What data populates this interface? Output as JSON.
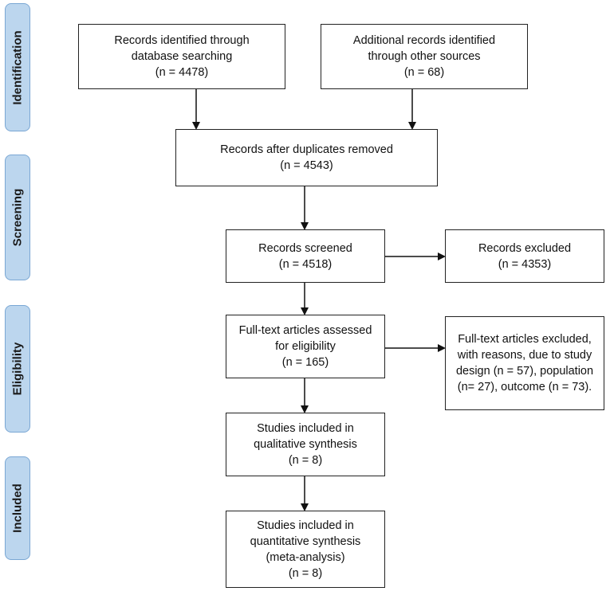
{
  "phases": {
    "identification": "Identification",
    "screening": "Screening",
    "eligibility": "Eligibility",
    "included": "Included"
  },
  "boxes": {
    "database_records": {
      "line1": "Records identified through",
      "line2": "database searching",
      "count": "(n = 4478)"
    },
    "other_records": {
      "line1": "Additional records identified",
      "line2": "through other sources",
      "count": "(n = 68)"
    },
    "after_duplicates": {
      "line1": "Records after duplicates removed",
      "count": "(n = 4543)"
    },
    "screened": {
      "line1": "Records screened",
      "count": "(n = 4518)"
    },
    "excluded": {
      "line1": "Records excluded",
      "count": "(n = 4353)"
    },
    "fulltext_assessed": {
      "line1": "Full-text articles assessed",
      "line2": "for eligibility",
      "count": "(n = 165)"
    },
    "fulltext_excluded": {
      "line1": "Full-text articles excluded,",
      "line2": "with reasons, due to study",
      "line3": "design (n = 57), population",
      "line4": "(n= 27), outcome (n = 73)."
    },
    "qualitative": {
      "line1": "Studies included in",
      "line2": "qualitative synthesis",
      "count": "(n = 8)"
    },
    "quantitative": {
      "line1": "Studies included in",
      "line2": "quantitative synthesis",
      "line3": "(meta-analysis)",
      "count": "(n = 8)"
    }
  }
}
